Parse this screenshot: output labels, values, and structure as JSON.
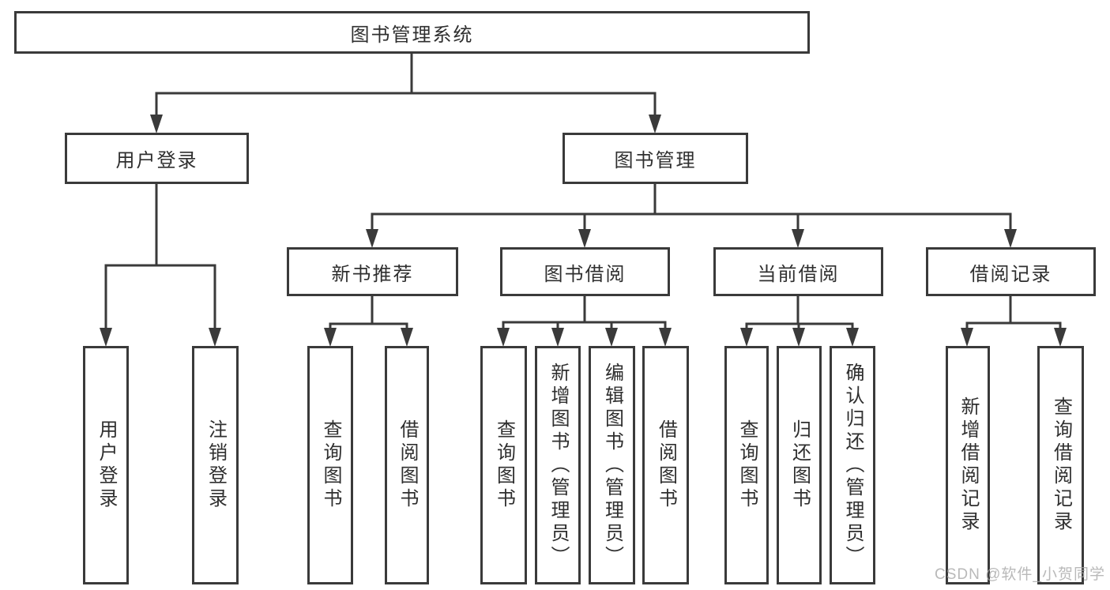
{
  "tree": {
    "root": "图书管理系统",
    "branches": [
      {
        "label": "用户登录",
        "children": [
          "用户登录",
          "注销登录"
        ]
      },
      {
        "label": "图书管理",
        "groups": [
          {
            "label": "新书推荐",
            "children": [
              "查询图书",
              "借阅图书"
            ]
          },
          {
            "label": "图书借阅",
            "children": [
              "查询图书",
              "新增图书（管理员）",
              "编辑图书（管理员）",
              "借阅图书"
            ]
          },
          {
            "label": "当前借阅",
            "children": [
              "查询图书",
              "归还图书",
              "确认归还（管理员）"
            ]
          },
          {
            "label": "借阅记录",
            "children": [
              "新增借阅记录",
              "查询借阅记录"
            ]
          }
        ]
      }
    ]
  },
  "watermark": "CSDN @软件_小贺同学",
  "colors": {
    "line": "#3a3a3a",
    "text": "#2f2f2f",
    "watermark": "#a8a8a8",
    "background": "#ffffff"
  }
}
